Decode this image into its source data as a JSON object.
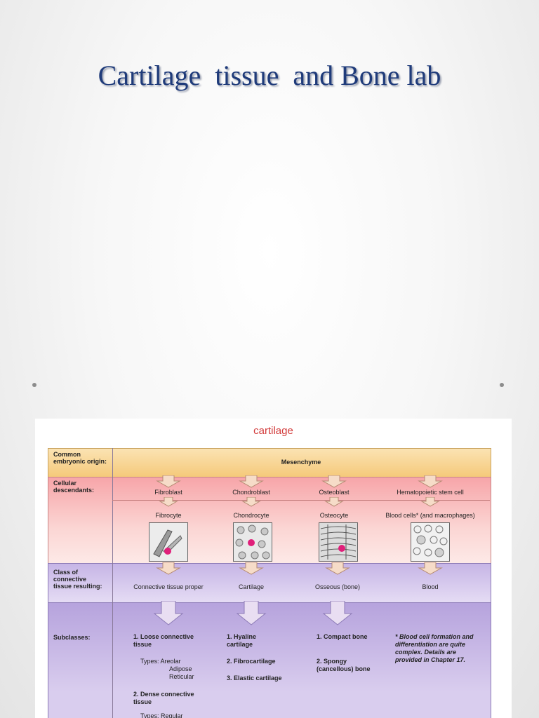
{
  "slide": {
    "title": "Cartilage  tissue  and Bone lab"
  },
  "figure": {
    "caption": "cartilage",
    "row_labels": {
      "origin": "Common embryonic origin:",
      "descendants": "Cellular descendants:",
      "class": "Class of connective tissue resulting:",
      "subclasses": "Subclasses:"
    },
    "origin_value": "Mesenchyme",
    "columns": [
      {
        "blast": "Fibroblast",
        "cyte": "Fibrocyte",
        "class": "Connective tissue proper",
        "subclasses": [
          "1. Loose connective tissue",
          "Types: Areolar",
          "Adipose",
          "Reticular",
          "2. Dense connective tissue",
          "Types: Regular"
        ]
      },
      {
        "blast": "Chondroblast",
        "cyte": "Chondrocyte",
        "class": "Cartilage",
        "subclasses": [
          "1. Hyaline cartilage",
          "2. Fibrocartilage",
          "3. Elastic cartilage"
        ]
      },
      {
        "blast": "Osteoblast",
        "cyte": "Osteocyte",
        "class": "Osseous (bone)",
        "subclasses": [
          "1. Compact bone",
          "2. Spongy (cancellous) bone"
        ]
      },
      {
        "blast": "Hematopoietic stem cell",
        "cyte": "Blood cells* (and macrophages)",
        "class": "Blood",
        "subclasses": [
          "* Blood cell formation and differentiation are quite complex. Details are provided in Chapter 17."
        ]
      }
    ]
  }
}
